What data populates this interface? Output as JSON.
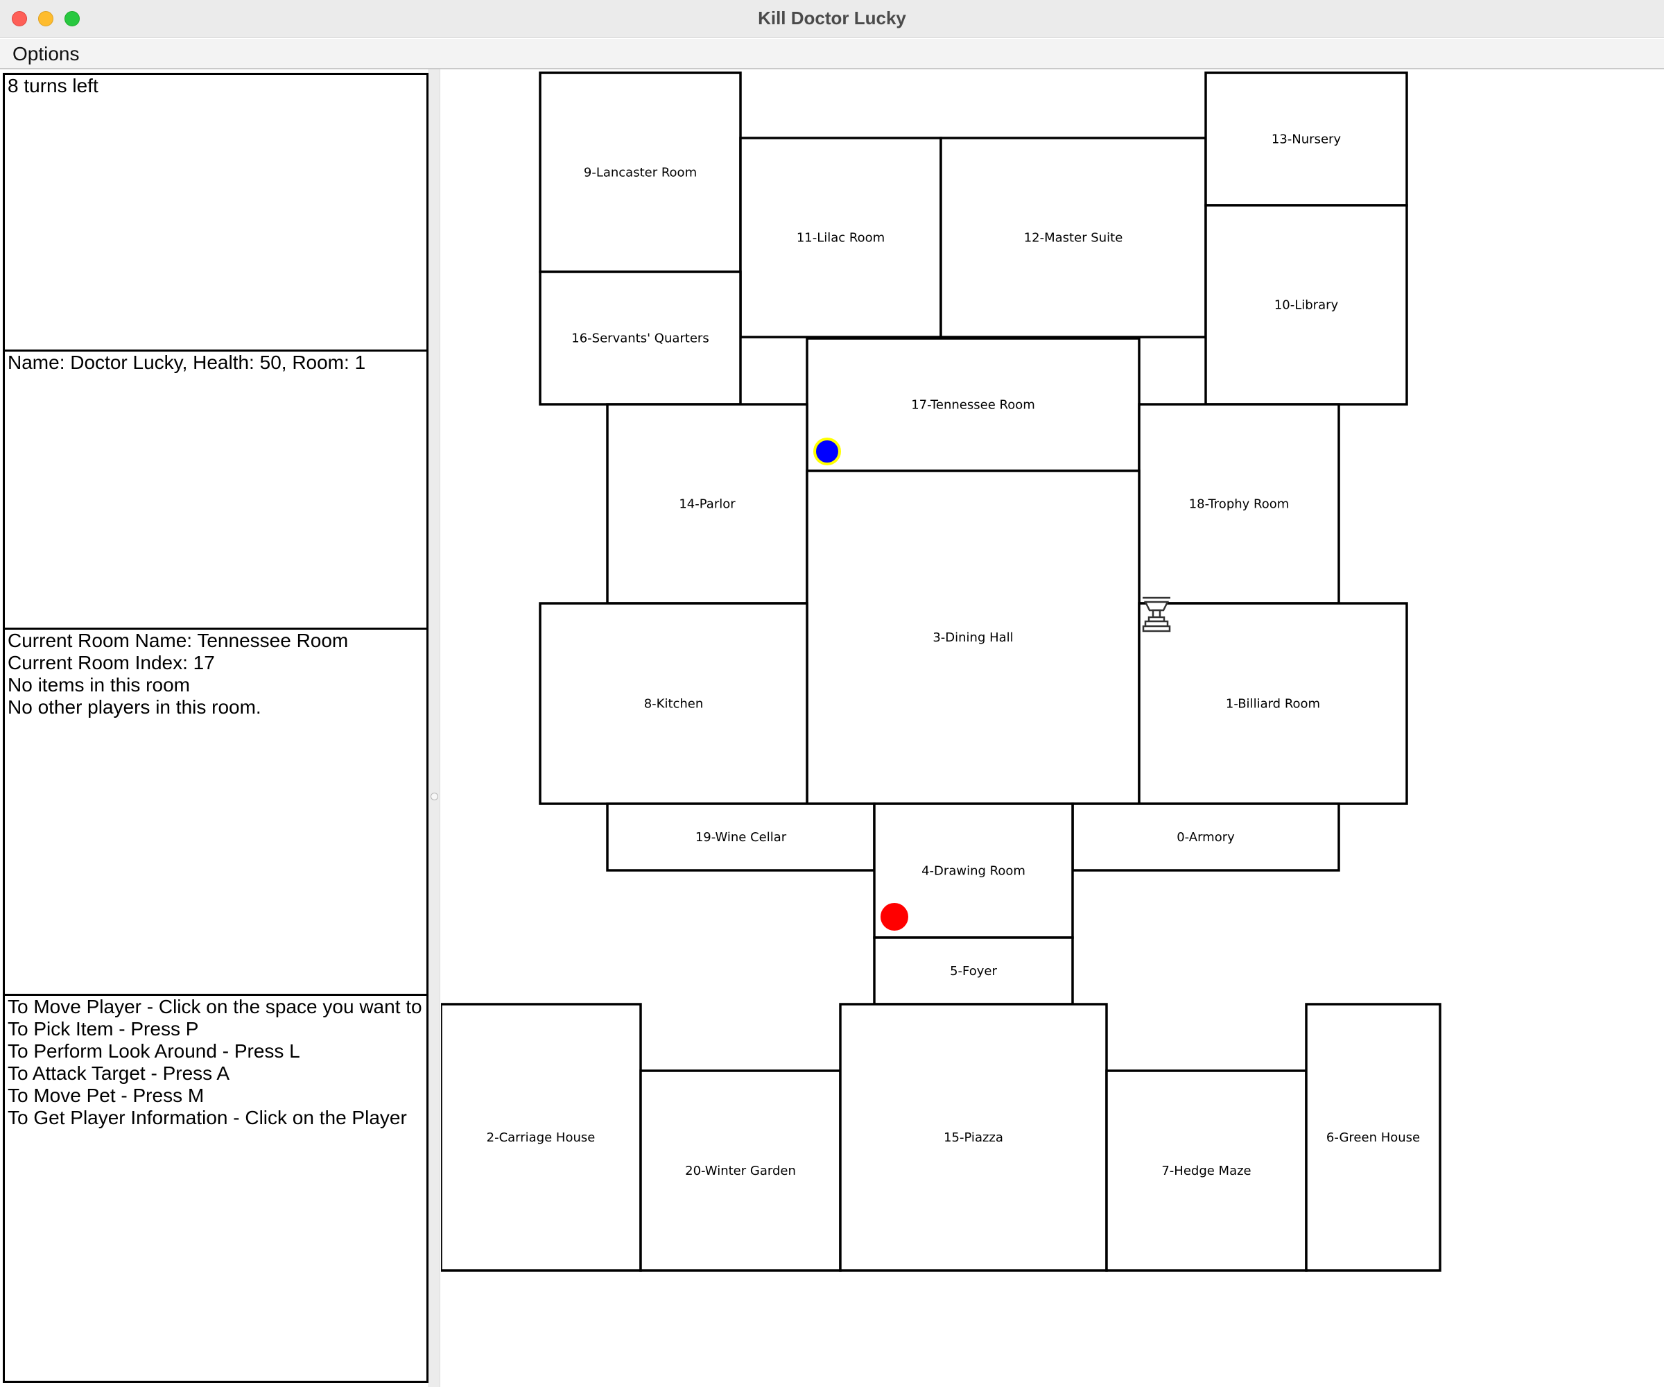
{
  "window": {
    "title": "Kill Doctor Lucky"
  },
  "menubar": {
    "items": [
      "Options"
    ]
  },
  "panels": {
    "turns": {
      "lines": [
        "8 turns left"
      ]
    },
    "target": {
      "lines": [
        "Name: Doctor Lucky, Health: 50, Room: 1"
      ]
    },
    "current_room": {
      "lines": [
        "Current Room Name: Tennessee Room",
        "Current Room Index: 17",
        "No items in this room",
        "No other players in this room."
      ]
    },
    "help": {
      "lines": [
        "To Move Player - Click on the space you want to",
        "To Pick Item - Press P",
        "To Perform Look Around - Press L",
        "To Attack Target - Press A",
        "To Move Pet - Press M",
        "To Get Player Information - Click on the Player"
      ]
    }
  },
  "map": {
    "rooms": [
      {
        "index": 9,
        "label": "9-Lancaster Room"
      },
      {
        "index": 11,
        "label": "11-Lilac Room"
      },
      {
        "index": 12,
        "label": "12-Master Suite"
      },
      {
        "index": 13,
        "label": "13-Nursery"
      },
      {
        "index": 10,
        "label": "10-Library"
      },
      {
        "index": 16,
        "label": "16-Servants' Quarters"
      },
      {
        "index": 17,
        "label": "17-Tennessee Room"
      },
      {
        "index": 14,
        "label": "14-Parlor"
      },
      {
        "index": 18,
        "label": "18-Trophy Room"
      },
      {
        "index": 3,
        "label": "3-Dining Hall"
      },
      {
        "index": 8,
        "label": "8-Kitchen"
      },
      {
        "index": 1,
        "label": "1-Billiard Room"
      },
      {
        "index": 19,
        "label": "19-Wine Cellar"
      },
      {
        "index": 0,
        "label": "0-Armory"
      },
      {
        "index": 4,
        "label": "4-Drawing Room"
      },
      {
        "index": 5,
        "label": "5-Foyer"
      },
      {
        "index": 2,
        "label": "2-Carriage House"
      },
      {
        "index": 20,
        "label": "20-Winter Garden"
      },
      {
        "index": 15,
        "label": "15-Piazza"
      },
      {
        "index": 7,
        "label": "7-Hedge Maze"
      },
      {
        "index": 6,
        "label": "6-Green House"
      }
    ],
    "tokens": [
      {
        "name": "player-blue",
        "room": 17,
        "fill": "#0000ff",
        "outline": "#ffff00"
      },
      {
        "name": "player-red",
        "room": 4,
        "fill": "#ff0000",
        "outline": "#ff0000"
      }
    ],
    "target_icon": {
      "name": "doctor-lucky-pawn-icon",
      "room": 1
    }
  },
  "colors": {
    "wall": "#000000",
    "room_fill": "#ffffff",
    "panel_border": "#000000"
  }
}
